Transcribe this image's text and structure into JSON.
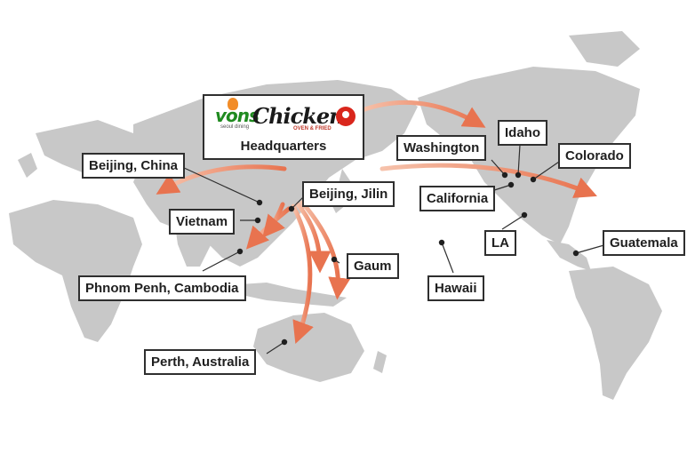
{
  "headquarters": {
    "logo_brand": "vons",
    "logo_brand_sub": "seoul dining",
    "logo_name": "Chicken",
    "logo_tagline": "OVEN & FRIED",
    "title": "Headquarters"
  },
  "locations": [
    {
      "id": "beijing-china",
      "label": "Beijing, China"
    },
    {
      "id": "beijing-jilin",
      "label": "Beijing, Jilin"
    },
    {
      "id": "vietnam",
      "label": "Vietnam"
    },
    {
      "id": "phnom-penh",
      "label": "Phnom Penh, Cambodia"
    },
    {
      "id": "gaum",
      "label": "Gaum"
    },
    {
      "id": "perth",
      "label": "Perth, Australia"
    },
    {
      "id": "hawaii",
      "label": "Hawaii"
    },
    {
      "id": "washington",
      "label": "Washington"
    },
    {
      "id": "idaho",
      "label": "Idaho"
    },
    {
      "id": "colorado",
      "label": "Colorado"
    },
    {
      "id": "california",
      "label": "California"
    },
    {
      "id": "la",
      "label": "LA"
    },
    {
      "id": "guatemala",
      "label": "Guatemala"
    }
  ],
  "colors": {
    "land": "#c8c8c8",
    "route": "#e8734f",
    "label_border": "#2f2f2f"
  }
}
